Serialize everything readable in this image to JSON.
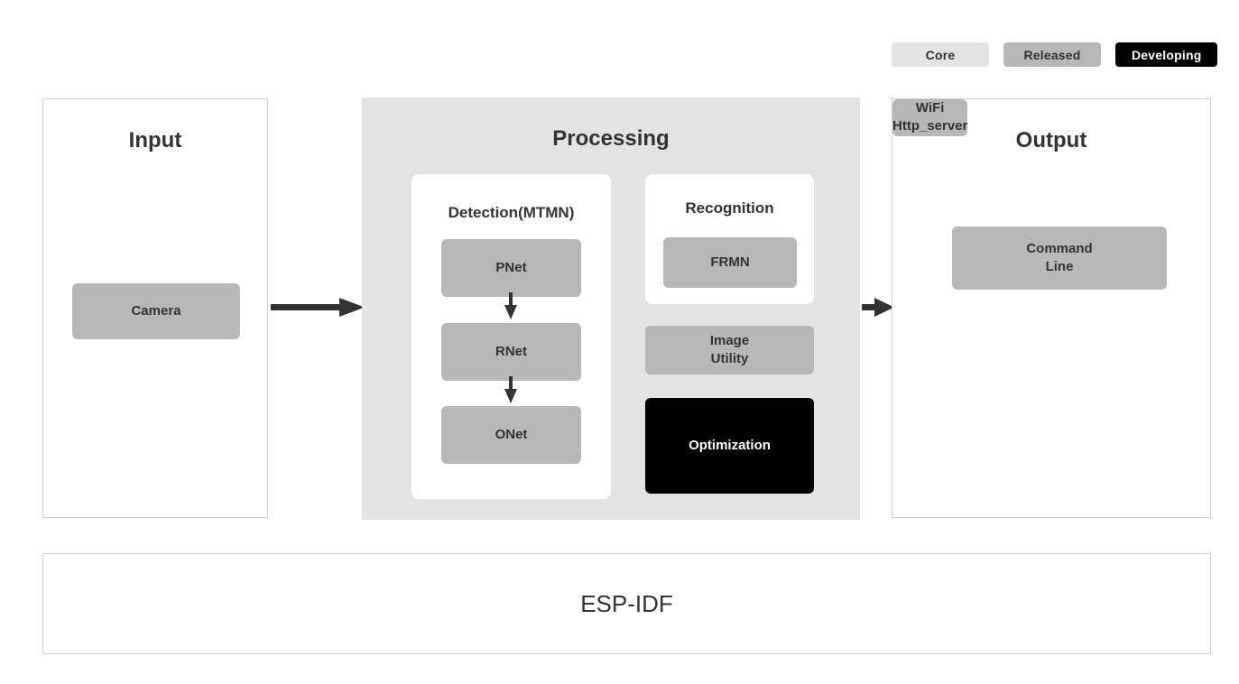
{
  "legend": {
    "items": [
      {
        "label": "Core",
        "color": "#e3e3e3",
        "text_color": "#333333"
      },
      {
        "label": "Released",
        "color": "#b7b7b7",
        "text_color": "#333333"
      },
      {
        "label": "Developing",
        "color": "#000000",
        "text_color": "#ffffff"
      }
    ]
  },
  "stages": {
    "input": {
      "title": "Input",
      "nodes": [
        {
          "label": "Camera",
          "status": "Released"
        }
      ]
    },
    "processing": {
      "title": "Processing",
      "detection": {
        "title": "Detection(MTMN)",
        "nodes": [
          {
            "label": "PNet",
            "status": "Released"
          },
          {
            "label": "RNet",
            "status": "Released"
          },
          {
            "label": "ONet",
            "status": "Released"
          }
        ]
      },
      "recognition": {
        "title": "Recognition",
        "nodes": [
          {
            "label": "FRMN",
            "status": "Released"
          }
        ]
      },
      "extras": [
        {
          "label": "Image\nUtility",
          "status": "Released"
        },
        {
          "label": "Optimization",
          "status": "Developing"
        }
      ]
    },
    "output": {
      "title": "Output",
      "nodes": [
        {
          "label": "Command\nLine",
          "status": "Released"
        },
        {
          "label": "WiFi\nHttp_server",
          "status": "Released"
        }
      ]
    }
  },
  "footer": {
    "label": "ESP-IDF"
  },
  "icons": {
    "arrow_right": "arrow-right-icon",
    "arrow_down": "arrow-down-icon"
  }
}
